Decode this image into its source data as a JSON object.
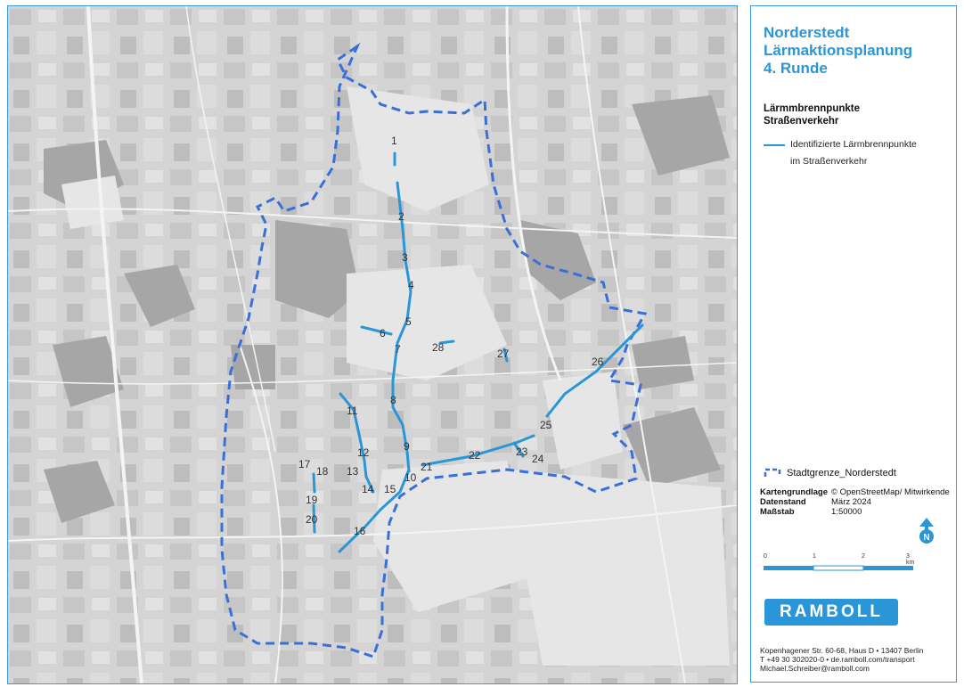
{
  "title": {
    "line1": "Norderstedt",
    "line2": "Lärmaktionsplanung",
    "line3": "4. Runde"
  },
  "subtitle": {
    "line1": "Lärmmbrennpunkte",
    "line2": "Straßenverkehr"
  },
  "legend": {
    "hotspot_line1": "Identifizierte Lärmbrennpunkte",
    "hotspot_line2": "im Straßenverkehr",
    "boundary_label": "Stadtgrenze_Norderstedt"
  },
  "meta": [
    {
      "key": "Kartengrundlage",
      "value": "© OpenStreetMap/ Mitwirkende"
    },
    {
      "key": "Datenstand",
      "value": "März 2024"
    },
    {
      "key": "Maßstab",
      "value": "1:50000"
    }
  ],
  "north_label": "N",
  "scale": {
    "ticks": [
      "0",
      "1",
      "2",
      "3 km"
    ]
  },
  "logo_text": "RAMBOLL",
  "address": {
    "line1": "Kopenhagener Str. 60-68, Haus D  •  13407 Berlin",
    "line2": "T +49 30 302020-0  •  de.ramboll.com/transport",
    "line3": "Michael.Schreiber@ramboll.com"
  },
  "hotspot_labels": [
    "1",
    "2",
    "3",
    "4",
    "5",
    "6",
    "7",
    "8",
    "9",
    "10",
    "11",
    "12",
    "13",
    "14",
    "15",
    "16",
    "17",
    "18",
    "19",
    "20",
    "21",
    "22",
    "23",
    "24",
    "25",
    "26",
    "27",
    "28"
  ],
  "colors": {
    "accent": "#2a96d8",
    "boundary": "#3a6fd8",
    "map_bg": "#d2d2d2"
  }
}
